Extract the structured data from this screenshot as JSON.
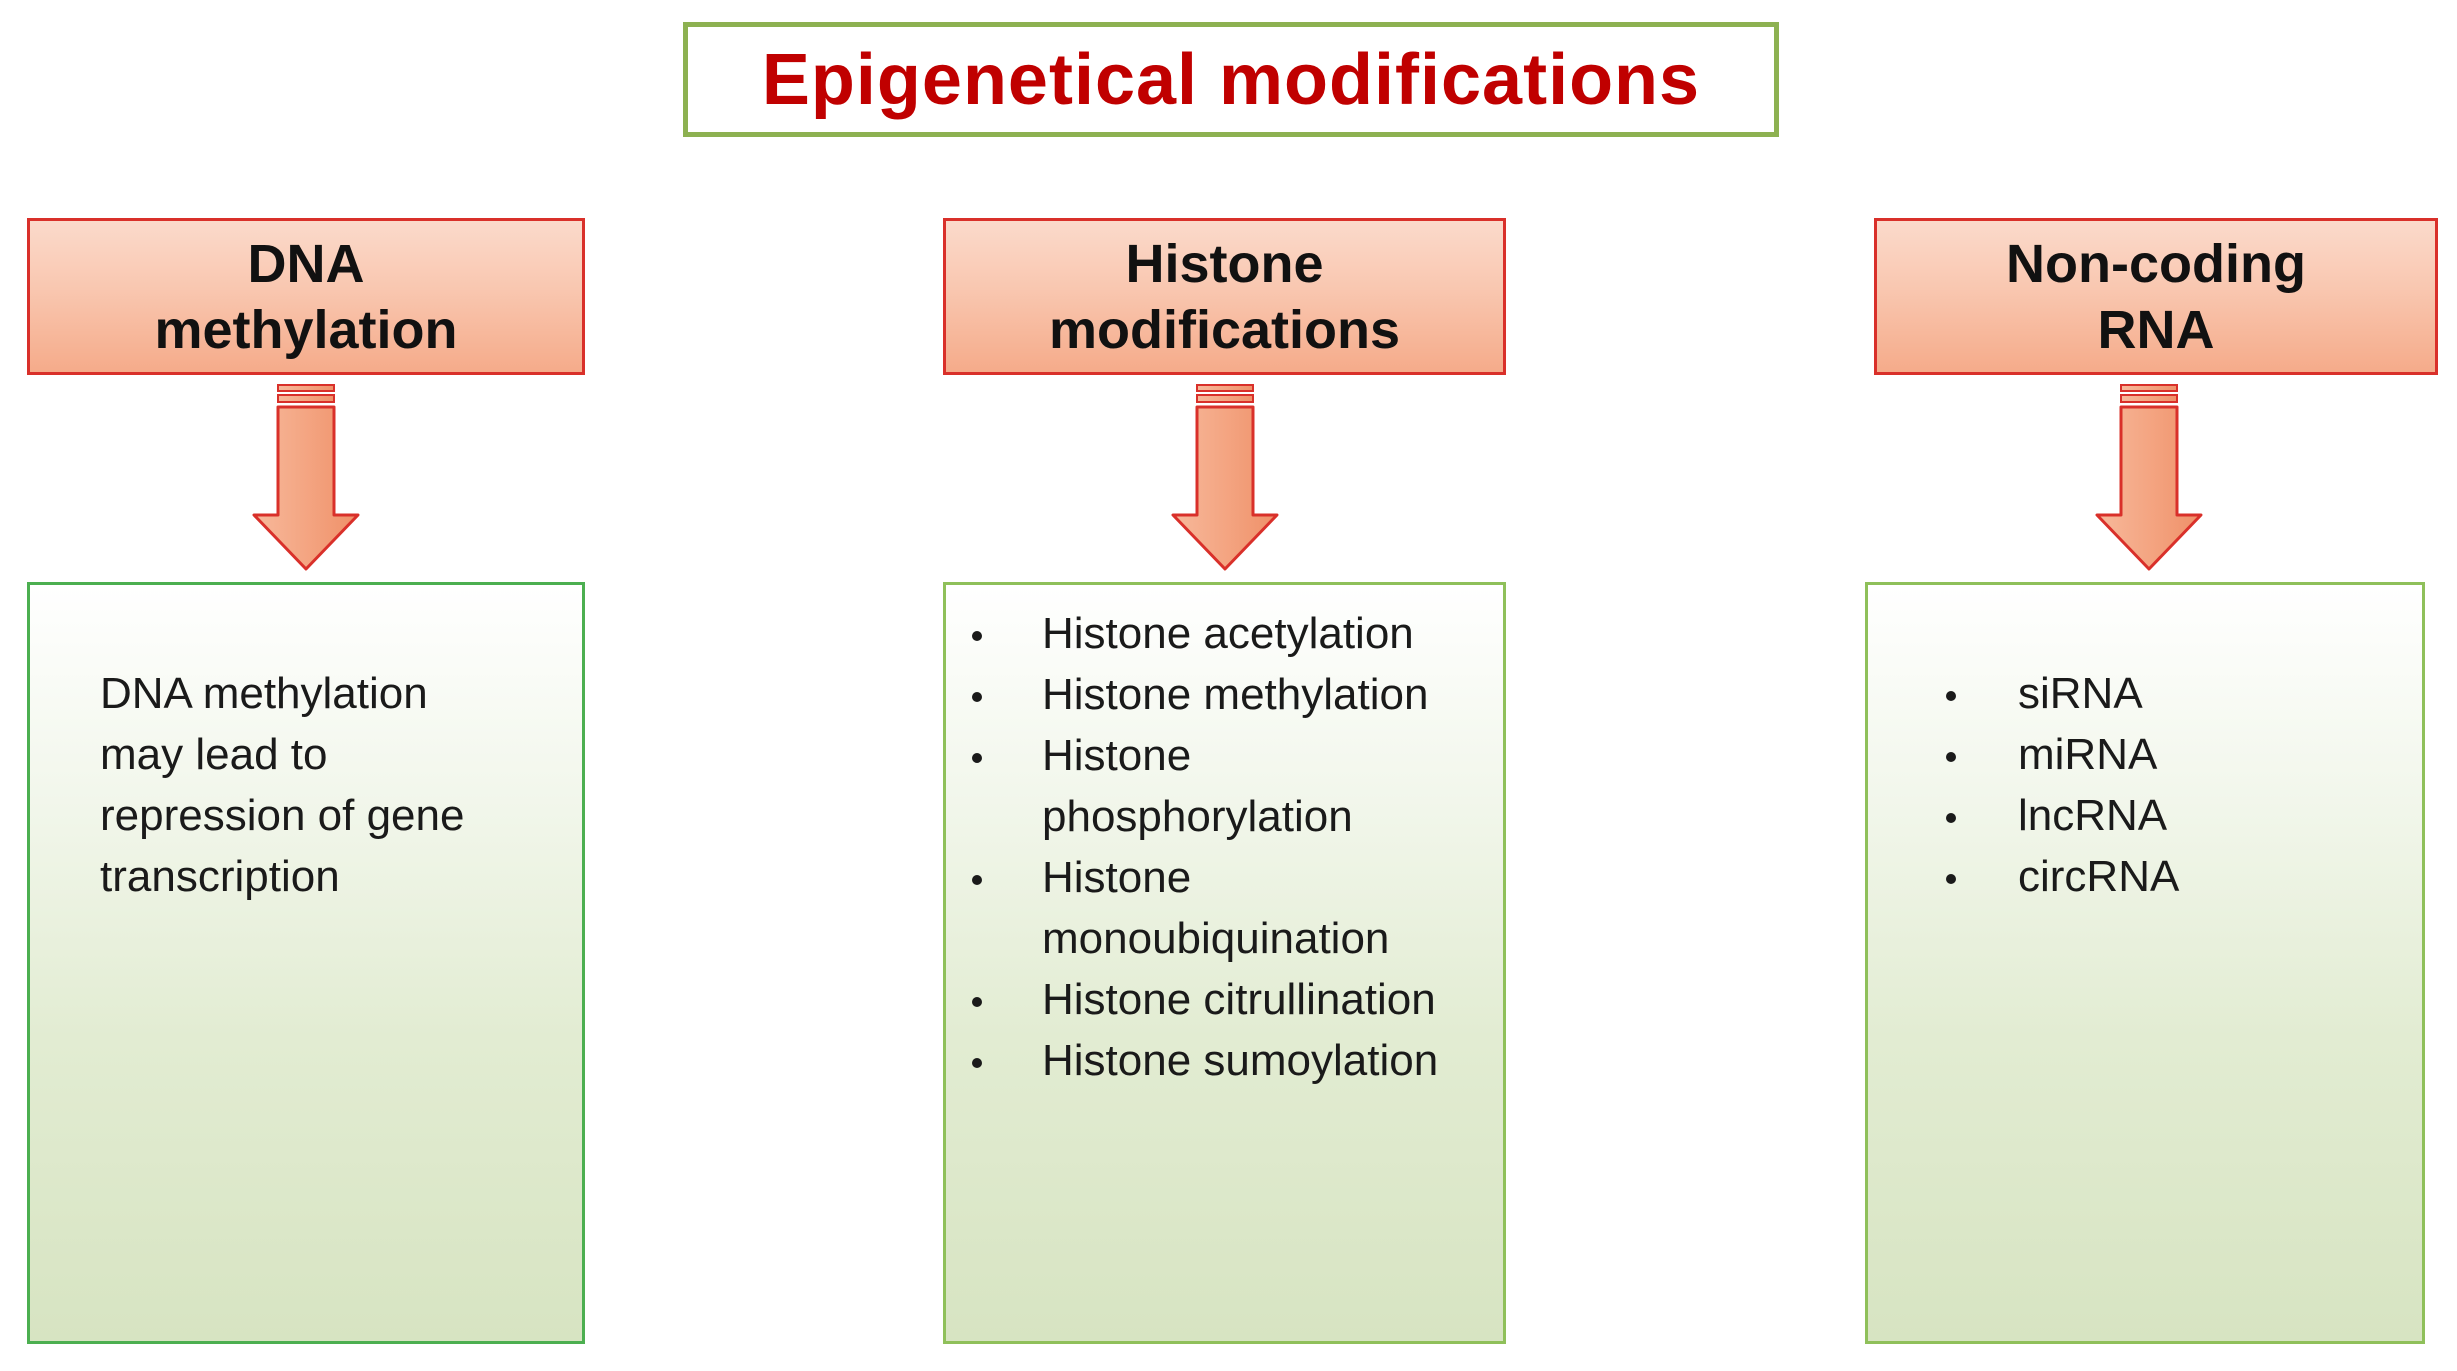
{
  "title": "Epigenetical modifications",
  "categories": [
    {
      "heading": [
        "DNA",
        "methylation"
      ],
      "paragraph": [
        "DNA methylation",
        "may lead to",
        "repression of gene",
        "transcription"
      ]
    },
    {
      "heading": [
        "Histone",
        "modifications"
      ],
      "items": [
        [
          "Histone acetylation"
        ],
        [
          "Histone methylation"
        ],
        [
          "Histone",
          "phosphorylation"
        ],
        [
          "Histone",
          "monoubiquination"
        ],
        [
          "Histone citrullination"
        ],
        [
          "Histone sumoylation"
        ]
      ]
    },
    {
      "heading": [
        "Non-coding",
        "RNA"
      ],
      "items": [
        [
          "siRNA"
        ],
        [
          "miRNA"
        ],
        [
          "lncRNA"
        ],
        [
          "circRNA"
        ]
      ]
    }
  ],
  "colors": {
    "title_text": "#c00000",
    "title_border": "#8db151",
    "category_border": "#d9302a",
    "category_fill": "#f9c7b0",
    "arrow_fill": "#f4a582",
    "arrow_stroke": "#d9302a",
    "content_border": "#4caf50",
    "content_fill": "#d7e4c2"
  }
}
